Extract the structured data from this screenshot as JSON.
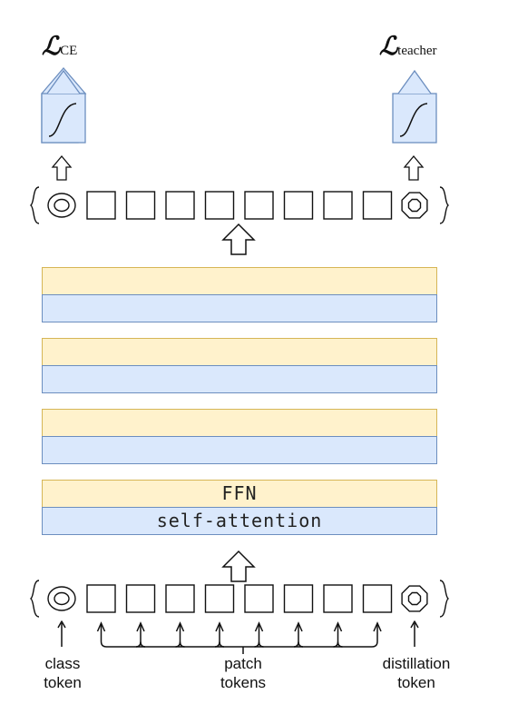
{
  "losses": {
    "ce": {
      "symbol": "ℒ",
      "subscript": "CE"
    },
    "teacher": {
      "symbol": "ℒ",
      "subscript": "teacher"
    }
  },
  "transformer": {
    "ffn_label": "FFN",
    "attention_label": "self-attention",
    "num_blocks": 4
  },
  "tokens": {
    "class_label_line1": "class",
    "class_label_line2": "token",
    "patch_label_line1": "patch",
    "patch_label_line2": "tokens",
    "distill_label_line1": "distillation",
    "distill_label_line2": "token",
    "num_patch_tokens": 8
  },
  "colors": {
    "ffn_fill": "#fff2cc",
    "ffn_border": "#d6b656",
    "attention_fill": "#dae8fc",
    "attention_border": "#6c8ebf",
    "loss_fill": "#dae8fc",
    "loss_border": "#6c8ebf"
  }
}
